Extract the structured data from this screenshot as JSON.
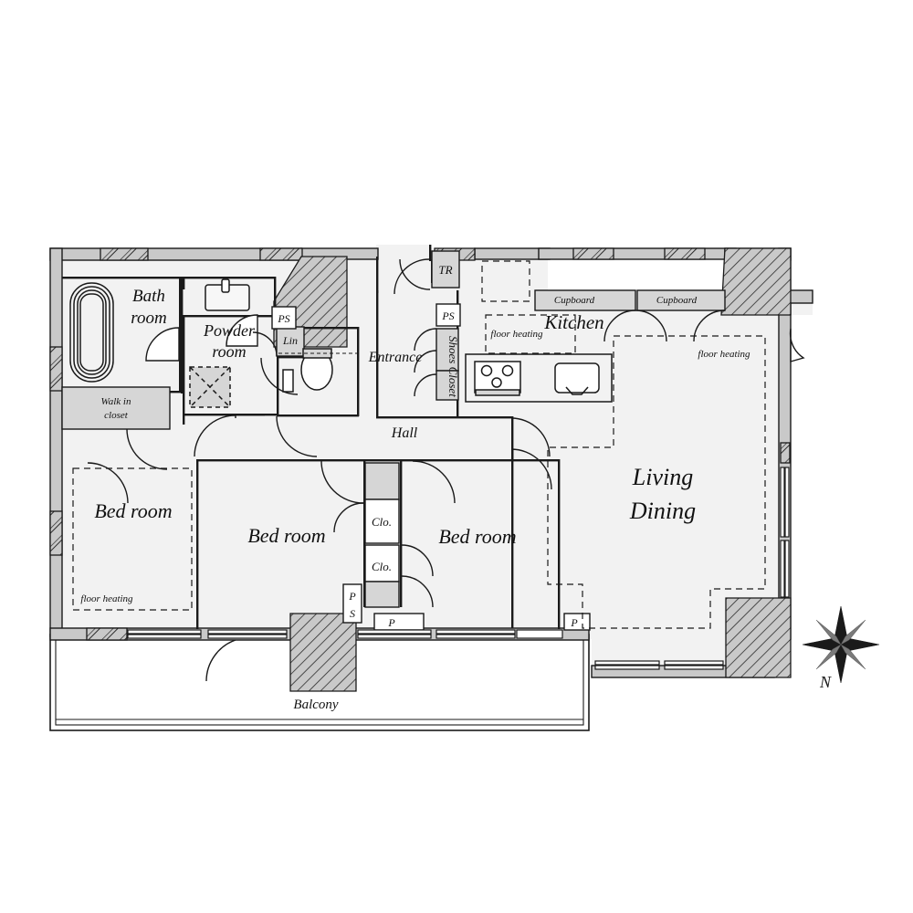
{
  "document": {
    "type": "residential-floor-plan",
    "title": "Apartment Floor Plan",
    "background_color": "#ffffff",
    "wall_fill": "#c9c9c9",
    "room_fill_light": "#f2f2f2",
    "fixture_fill": "#d6d6d6",
    "line_color": "#1a1a1a"
  },
  "rooms": [
    {
      "id": "bath-room",
      "label": "Bath\nroom",
      "line1": "Bath",
      "line2": "room"
    },
    {
      "id": "powder-room",
      "label": "Powder\nroom",
      "line1": "Powder",
      "line2": "room"
    },
    {
      "id": "walk-in-closet",
      "label": "Walk in\ncloset",
      "line1": "Walk in",
      "line2": "closet"
    },
    {
      "id": "bed-room-1",
      "label": "Bed room"
    },
    {
      "id": "bed-room-2",
      "label": "Bed room"
    },
    {
      "id": "bed-room-3",
      "label": "Bed room"
    },
    {
      "id": "entrance",
      "label": "Entrance"
    },
    {
      "id": "hall",
      "label": "Hall"
    },
    {
      "id": "kitchen",
      "label": "Kitchen"
    },
    {
      "id": "living-dining",
      "label": "Living\nDining",
      "line1": "Living",
      "line2": "Dining"
    },
    {
      "id": "balcony",
      "label": "Balcony"
    }
  ],
  "labels": {
    "bath_room_1": "Bath",
    "bath_room_2": "room",
    "powder_room_1": "Powder",
    "powder_room_2": "room",
    "walk_in_closet_1": "Walk in",
    "walk_in_closet_2": "closet",
    "bed_room_left": "Bed room",
    "bed_room_center": "Bed room",
    "bed_room_right": "Bed room",
    "entrance": "Entrance",
    "hall": "Hall",
    "kitchen": "Kitchen",
    "living": "Living",
    "dining": "Dining",
    "balcony": "Balcony",
    "shoes_closet": "Shoes Closet",
    "cupboard_left": "Cupboard",
    "cupboard_right": "Cupboard",
    "closet_upper": "Clo.",
    "closet_lower": "Clo.",
    "lin": "Lin",
    "tr": "TR",
    "ps_left": "PS",
    "ps_right": "PS",
    "ps_bottom_p": "P",
    "ps_bottom_s": "S",
    "pipe_center": "P",
    "pipe_right": "P",
    "floor_heating_bedroom": "floor heating",
    "floor_heating_kitchen": "floor heating",
    "floor_heating_living": "floor heating",
    "compass_north": "N"
  },
  "annotations": {
    "floor_heating_zones": [
      {
        "id": "fh-bedroom-left",
        "text": "floor heating"
      },
      {
        "id": "fh-kitchen",
        "text": "floor heating"
      },
      {
        "id": "fh-living",
        "text": "floor heating"
      }
    ]
  },
  "fixtures": [
    {
      "id": "bathtub",
      "name": "bathtub"
    },
    {
      "id": "vanity-sink",
      "name": "vanity-sink"
    },
    {
      "id": "shower-pan",
      "name": "shower-pan"
    },
    {
      "id": "toilet",
      "name": "toilet"
    },
    {
      "id": "cooktop",
      "name": "cooktop-3-burner"
    },
    {
      "id": "kitchen-sink",
      "name": "kitchen-sink"
    }
  ],
  "compass": {
    "label": "N",
    "points": 8
  }
}
